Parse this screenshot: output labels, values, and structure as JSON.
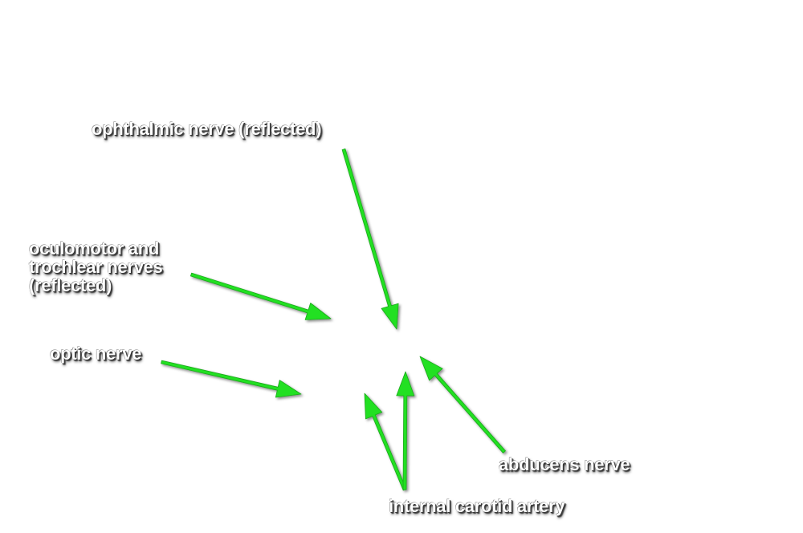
{
  "labels": {
    "ophthalmic": "ophthalmic nerve (reflected)",
    "oculomotor": {
      "line1": "oculomotor and",
      "line2": "trochlear nerves",
      "line3": "(reflected)"
    },
    "optic": "optic nerve",
    "abducens": "abducens nerve",
    "carotid": "internal carotid artery"
  },
  "colors": {
    "arrow": "#22e022",
    "arrow_shadow": "#555555",
    "label_text": "#ffffff"
  }
}
